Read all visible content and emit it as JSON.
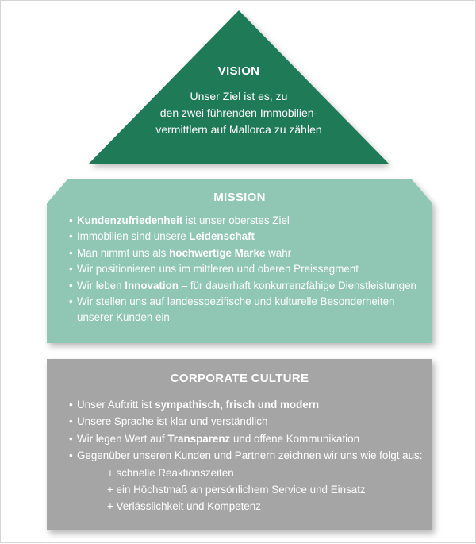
{
  "colors": {
    "vision_fill": "#1f7a58",
    "mission_fill": "#8fc7b4",
    "culture_fill": "#a5a5a5",
    "text": "#ffffff"
  },
  "vision": {
    "title": "VISION",
    "lines": [
      "Unser Ziel ist es, zu",
      "den zwei führenden Immobilien-",
      "vermittlern auf Mallorca zu zählen"
    ]
  },
  "mission": {
    "title": "MISSION",
    "items": [
      {
        "parts": [
          {
            "text": "Kundenzufriedenheit",
            "bold": true
          },
          {
            "text": " ist unser oberstes Ziel",
            "bold": false
          }
        ]
      },
      {
        "parts": [
          {
            "text": "Immobilien sind unsere ",
            "bold": false
          },
          {
            "text": "Leidenschaft",
            "bold": true
          }
        ]
      },
      {
        "parts": [
          {
            "text": "Man nimmt uns als ",
            "bold": false
          },
          {
            "text": "hochwertige Marke",
            "bold": true
          },
          {
            "text": " wahr",
            "bold": false
          }
        ]
      },
      {
        "parts": [
          {
            "text": "Wir positionieren uns im mittleren und oberen Preissegment",
            "bold": false
          }
        ]
      },
      {
        "parts": [
          {
            "text": "Wir leben ",
            "bold": false
          },
          {
            "text": "Innovation",
            "bold": true
          },
          {
            "text": " – für dauerhaft konkurrenzfähige Dienstleistungen",
            "bold": false
          }
        ]
      },
      {
        "parts": [
          {
            "text": "Wir stellen uns auf landesspezifische und kulturelle Besonderheiten",
            "bold": false
          }
        ],
        "continuation": "unserer Kunden ein"
      }
    ]
  },
  "culture": {
    "title": "CORPORATE CULTURE",
    "items": [
      {
        "parts": [
          {
            "text": "Unser Auftritt ist ",
            "bold": false
          },
          {
            "text": "sympathisch, frisch und modern",
            "bold": true
          }
        ]
      },
      {
        "parts": [
          {
            "text": "Unsere Sprache ist klar und verständlich",
            "bold": false
          }
        ]
      },
      {
        "parts": [
          {
            "text": "Wir legen Wert auf ",
            "bold": false
          },
          {
            "text": "Transparenz",
            "bold": true
          },
          {
            "text": " und offene Kommunikation",
            "bold": false
          }
        ]
      },
      {
        "parts": [
          {
            "text": "Gegenüber unseren Kunden und Partnern zeichnen wir uns wie folgt aus:",
            "bold": false
          }
        ]
      }
    ],
    "subitems": [
      "+ schnelle Reaktionszeiten",
      "+ ein Höchstmaß an persönlichem Service und Einsatz",
      "+ Verlässlichkeit und Kompetenz"
    ]
  }
}
